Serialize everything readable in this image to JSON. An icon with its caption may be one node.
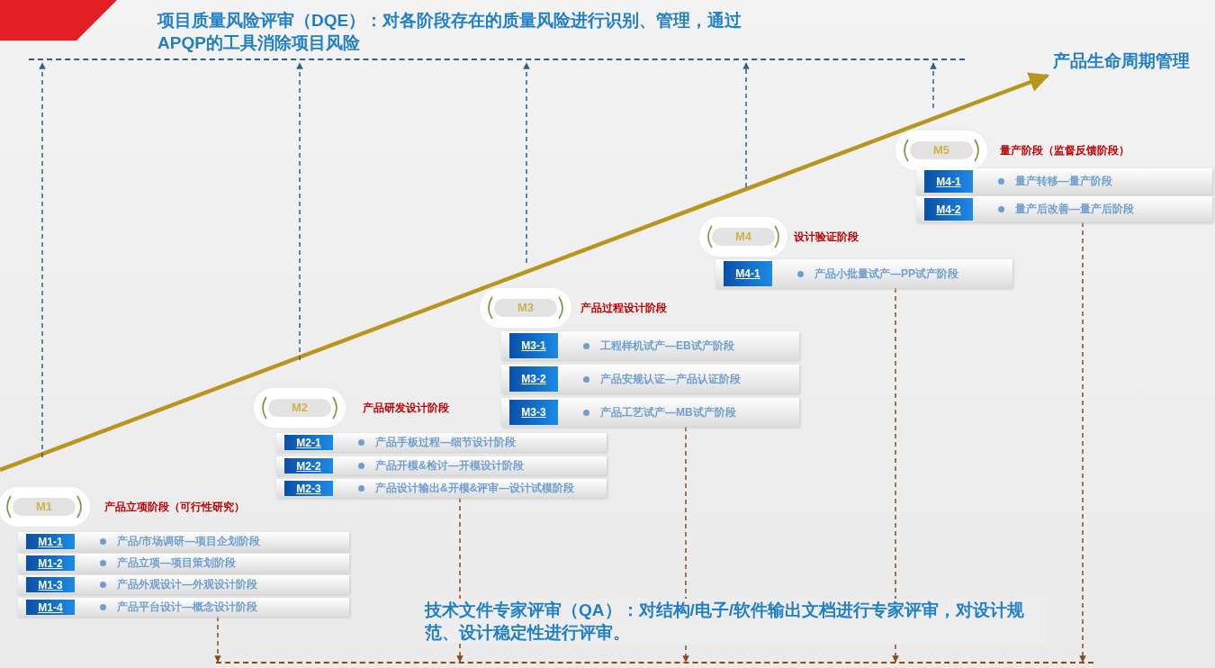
{
  "diagram": {
    "nodes": [
      {
        "text": [],
        "shape": "bar"
      },
      {
        "text": [
          "产品生命周期管理"
        ]
      },
      {
        "text": [
          "M1"
        ],
        "beside": [
          "产品立项阶段（可行性研究）"
        ]
      },
      {
        "text": [
          "M1-1",
          "产品/市场调研—项目企划阶段"
        ]
      },
      {
        "text": [
          "M1-2",
          "产品立项—项目策划阶段"
        ]
      },
      {
        "text": [
          "M1-3",
          "产品外观设计—外观设计阶段"
        ]
      },
      {
        "text": [
          "M1-4",
          "产品平台设计—概念设计阶段"
        ]
      },
      {
        "text": [
          "M2"
        ],
        "beside": [
          "产品研发设计阶段"
        ]
      },
      {
        "text": [
          "M2-1",
          "产品手板过程—细节设计阶段"
        ]
      },
      {
        "text": [
          "M2-2",
          "产品开模&检讨—开模设计阶段"
        ]
      },
      {
        "text": [
          "M2-3",
          "产品设计输出&开模&评审—设计试模阶段"
        ]
      },
      {
        "text": [
          "M3"
        ],
        "beside": [
          "产品过程设计阶段"
        ]
      },
      {
        "text": [
          "M3-1",
          "工程样机试产—EB试产阶段"
        ]
      },
      {
        "text": [
          "M3-2",
          "产品安规认证—产品认证阶段"
        ]
      },
      {
        "text": [
          "M3-3",
          "产品工艺试产—MB试产阶段"
        ]
      },
      {
        "text": [
          "M4"
        ],
        "beside": [
          "设计验证阶段"
        ]
      },
      {
        "text": [
          "M4-1",
          "产品小批量试产—PP试产阶段"
        ]
      },
      {
        "text": [
          "M5"
        ],
        "beside": [
          "量产阶段（监督反馈阶段）"
        ]
      },
      {
        "text": [
          "M4-1",
          "量产转移—量产阶段"
        ]
      },
      {
        "text": [
          "M4-2",
          "量产后改善—量产后阶段"
        ]
      },
      {
        "text": [],
        "shape": "bar"
      }
    ],
    "edges": [
      {
        "from": null,
        "to": 1,
        "arrow": "to",
        "style": "thick",
        "color": "#b8961e"
      },
      {
        "from": null,
        "to": 0,
        "arrow": "to",
        "style": "dashed",
        "color": "#2f5f8f"
      },
      {
        "from": null,
        "to": 0,
        "arrow": "to",
        "style": "dashed",
        "color": "#2f5f8f"
      },
      {
        "from": null,
        "to": 0,
        "arrow": "to",
        "style": "dashed",
        "color": "#2f5f8f"
      },
      {
        "from": null,
        "to": 0,
        "arrow": "to",
        "style": "dashed",
        "color": "#2f5f8f"
      },
      {
        "from": null,
        "to": 0,
        "arrow": "to",
        "style": "dashed",
        "color": "#2f5f8f"
      },
      {
        "from": 6,
        "to": 20,
        "arrow": "to",
        "style": "dashed",
        "color": "#8b4a1c"
      },
      {
        "from": 10,
        "to": 20,
        "arrow": "to",
        "style": "dashed",
        "color": "#8b4a1c"
      },
      {
        "from": 14,
        "to": 20,
        "arrow": "to",
        "style": "dashed",
        "color": "#8b4a1c"
      },
      {
        "from": 16,
        "to": 20,
        "arrow": "to",
        "style": "dashed",
        "color": "#8b4a1c"
      },
      {
        "from": 19,
        "to": 20,
        "arrow": "to",
        "style": "dashed",
        "color": "#8b4a1c"
      }
    ],
    "labels": [
      "项目质量风险评审（DQE）：对各阶段存在的质量风险进行识别、管理，通过APQP的工具消除项目风险",
      "技术文件专家评审（QA）：对结构/电子/软件输出文档进行专家评审，对设计规范、设计稳定性进行评审。"
    ]
  }
}
